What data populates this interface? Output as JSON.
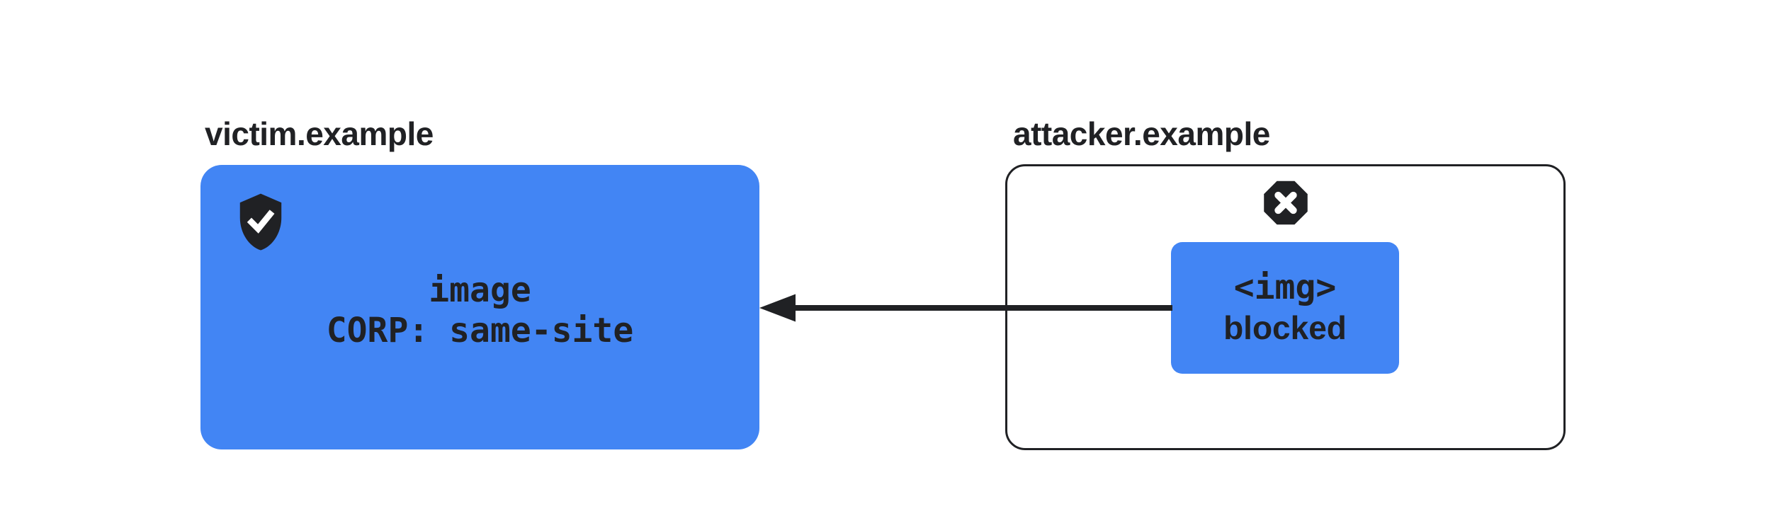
{
  "colors": {
    "accent": "#4285f4",
    "ink": "#202124",
    "background": "#ffffff"
  },
  "victim": {
    "title": "victim.example",
    "resource_box": {
      "line1": "image",
      "line2": "CORP: same-site"
    },
    "icon": "shield-check-icon"
  },
  "attacker": {
    "title": "attacker.example",
    "request_box": {
      "line1": "<img>",
      "line2": "blocked"
    },
    "icon": "blocked-x-octagon-icon"
  },
  "arrow": {
    "direction": "attacker-to-victim"
  }
}
